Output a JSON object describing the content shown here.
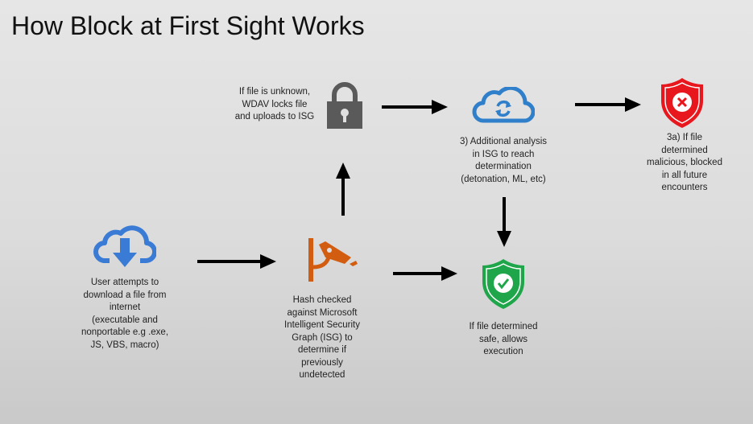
{
  "title": "How Block at First Sight Works",
  "steps": {
    "download": {
      "icon": "cloud-download-icon",
      "text": "User attempts to\ndownload a file from\ninternet\n(executable and\nnonportable e.g .exe,\nJS, VBS, macro)"
    },
    "hash": {
      "icon": "security-camera-icon",
      "text": "Hash checked\nagainst Microsoft\nIntelligent Security\nGraph (ISG) to\ndetermine if\npreviously\nundetected"
    },
    "lock": {
      "icon": "lock-icon",
      "text": "If file is unknown,\nWDAV locks file\nand uploads to ISG"
    },
    "analysis": {
      "icon": "cloud-sync-icon",
      "text": "3) Additional analysis\nin ISG to reach\ndetermination\n(detonation, ML, etc)"
    },
    "malicious": {
      "icon": "shield-x-icon",
      "text": "3a) If file\ndetermined\nmalicious, blocked\nin all future\nencounters"
    },
    "safe": {
      "icon": "shield-check-icon",
      "text": "If file determined\nsafe, allows\nexecution"
    }
  },
  "colors": {
    "blue": "#2f73c8",
    "orange": "#d25d10",
    "red": "#e8171e",
    "green": "#1fa64a",
    "gray": "#555555"
  }
}
